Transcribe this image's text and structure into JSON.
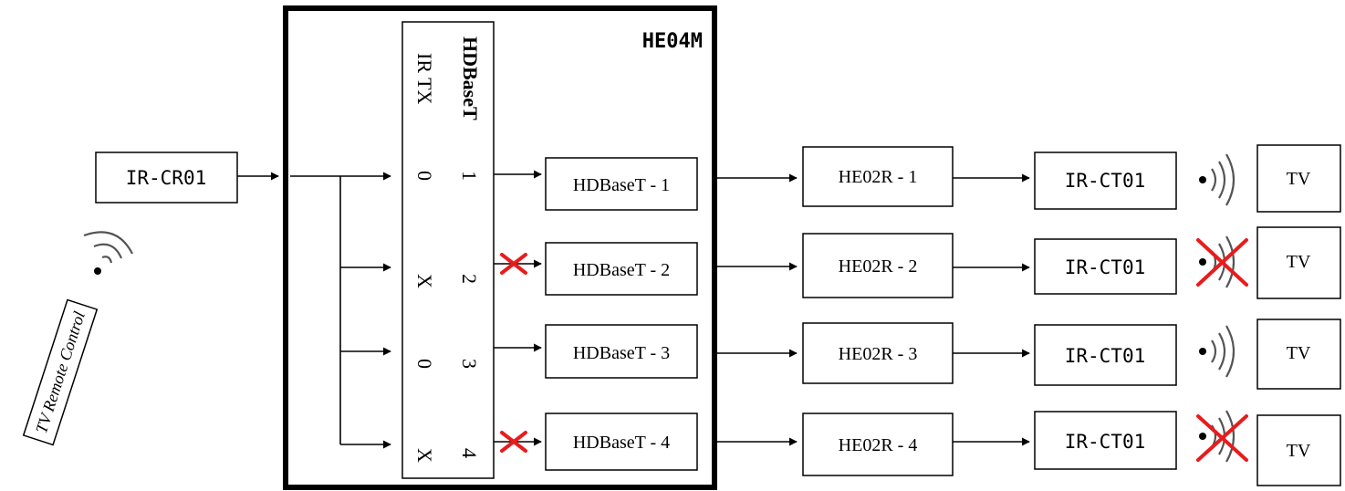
{
  "remote": {
    "label": "TV Remote Control"
  },
  "receiver": {
    "label": "IR-CR01"
  },
  "matrix": {
    "title": "HE04M",
    "column_hdbaset": "HDBaseT",
    "column_irtx": "IR TX",
    "ports": [
      {
        "number": "1",
        "ir_tx": "0",
        "output": "HDBaseT - 1",
        "receiver": "HE02R - 1",
        "emitter": "IR-CT01",
        "tv": "TV",
        "blocked": false
      },
      {
        "number": "2",
        "ir_tx": "X",
        "output": "HDBaseT - 2",
        "receiver": "HE02R - 2",
        "emitter": "IR-CT01",
        "tv": "TV",
        "blocked": true
      },
      {
        "number": "3",
        "ir_tx": "0",
        "output": "HDBaseT - 3",
        "receiver": "HE02R - 3",
        "emitter": "IR-CT01",
        "tv": "TV",
        "blocked": false
      },
      {
        "number": "4",
        "ir_tx": "X",
        "output": "HDBaseT - 4",
        "receiver": "HE02R - 4",
        "emitter": "IR-CT01",
        "tv": "TV",
        "blocked": true
      }
    ]
  },
  "colors": {
    "block_mark": "#e81c1c",
    "line": "#000000"
  }
}
